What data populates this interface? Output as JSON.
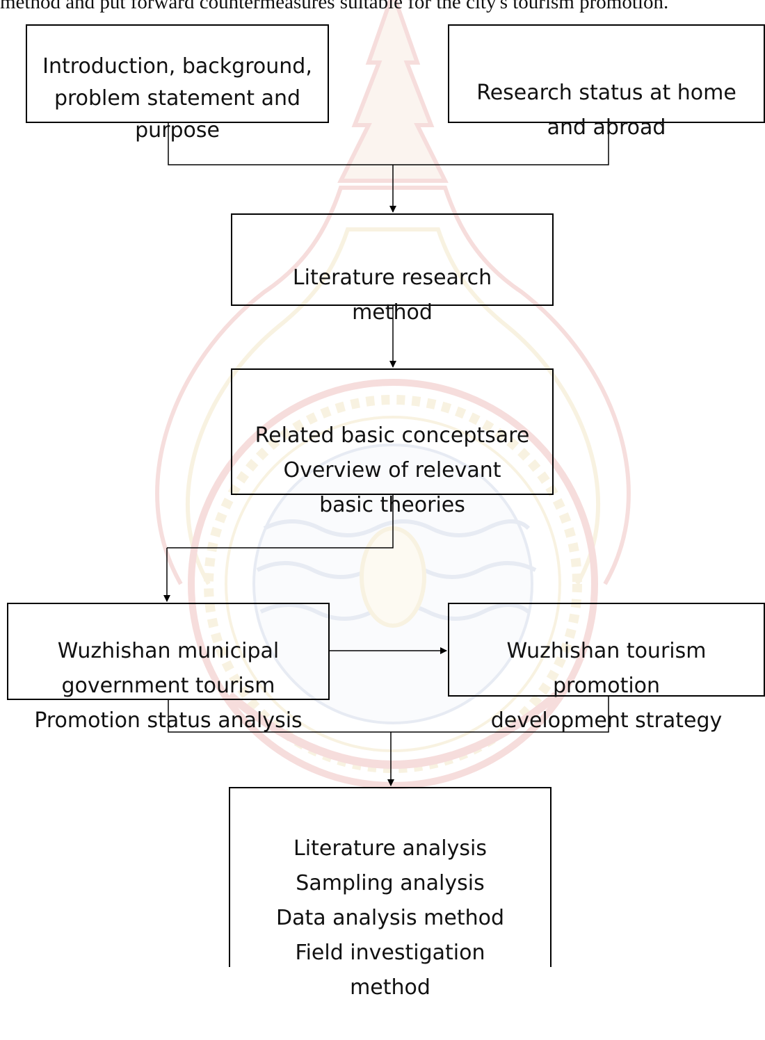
{
  "page": {
    "top_text": "method and put forward countermeasures suitable for the city's tourism promotion."
  },
  "flowchart": {
    "boxes": {
      "intro": "Introduction, background,\nproblem statement and\npurpose",
      "status": "Research status at home\nand abroad",
      "literature_method": "Literature research\nmethod",
      "concepts": "Related basic conceptsare\nOverview of relevant\nbasic theories",
      "gov_analysis": "Wuzhishan municipal\ngovernment tourism\nPromotion status analysis",
      "strategy": "Wuzhishan tourism\npromotion\ndevelopment strategy",
      "methods": "Literature analysis\nSampling analysis\nData analysis method\nField investigation\nmethod"
    },
    "colors": {
      "line": "#000000",
      "watermark_red": "#c9302c",
      "watermark_gold": "#d9b44a",
      "watermark_blue": "#6f88b8"
    }
  }
}
